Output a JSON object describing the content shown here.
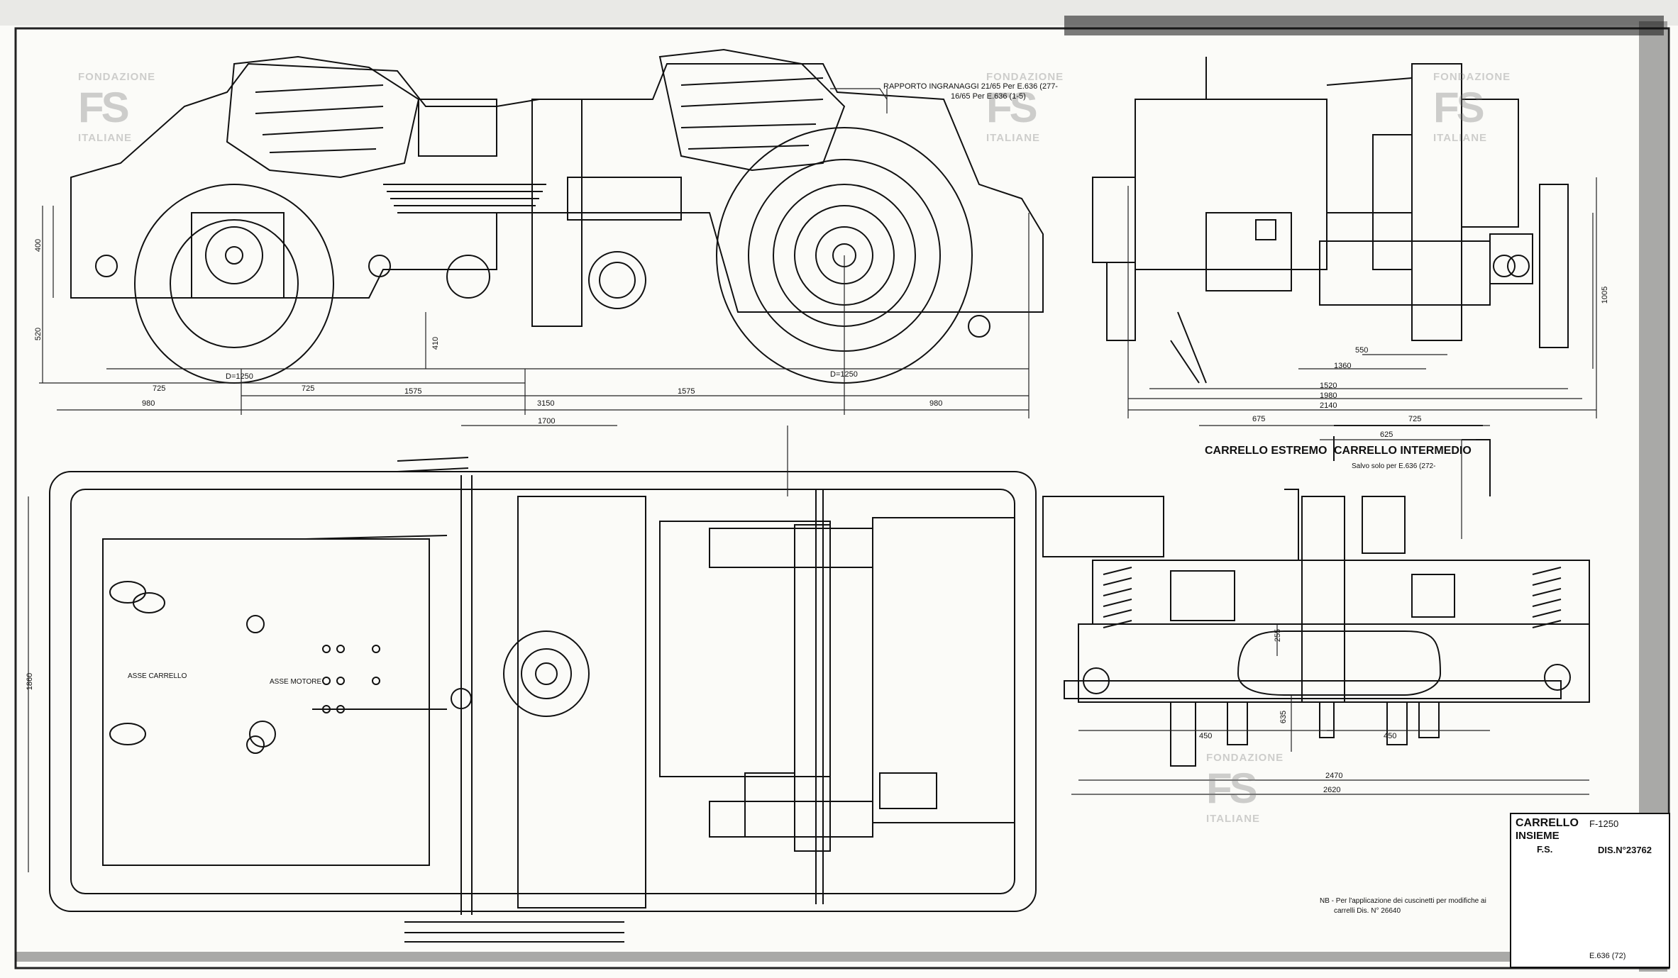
{
  "watermark": {
    "top": "FONDAZIONE",
    "logo": "FS",
    "bottom": "ITALIANE"
  },
  "top_view_notes": {
    "gear_ratio": "RAPPORTO INGRANAGGI  21/65  Per E.636 (277-",
    "gear_ratio_2": "16/65  Per E.636 (1-5)"
  },
  "dimensions_side": {
    "wheel_diameter_left": "D=1250",
    "wheel_diameter_right": "D=1250",
    "d725a": "725",
    "d725b": "725",
    "d980a": "980",
    "d980b": "980",
    "d1575a": "1575",
    "d1575b": "1575",
    "d3150": "3150",
    "d400": "400",
    "d520": "520",
    "d410": "410"
  },
  "dimensions_end": {
    "d550": "550",
    "d1360": "1360",
    "d1520": "1520",
    "d1980": "1980",
    "d2140": "2140",
    "d1005": "1005"
  },
  "plan_view": {
    "axle_label": "ASSE CARRELLO",
    "motor_label": "ASSE MOTORE",
    "d1700": "1700",
    "d1860": "1860"
  },
  "section_view": {
    "label_left": "CARRELLO  ESTREMO",
    "label_right": "CARRELLO  INTERMEDIO",
    "sub_note": "Salvo solo per E.636 (272-",
    "d675": "675",
    "d725": "725",
    "d625": "625",
    "d450a": "450",
    "d450b": "450",
    "d255": "255",
    "d635": "635",
    "d2470": "2470",
    "d2620": "2620"
  },
  "note": {
    "nb_line1": "NB - Per l'applicazione dei cuscinetti per modifiche ai",
    "nb_line2": "carrelli Dis. N° 26640"
  },
  "title_block": {
    "title": "CARRELLO",
    "code": "F-1250",
    "subtitle": "INSIEME",
    "logo": "F.S.",
    "drawing_no": "DIS.N°23762",
    "bottom_code": "E.636 (72)"
  }
}
